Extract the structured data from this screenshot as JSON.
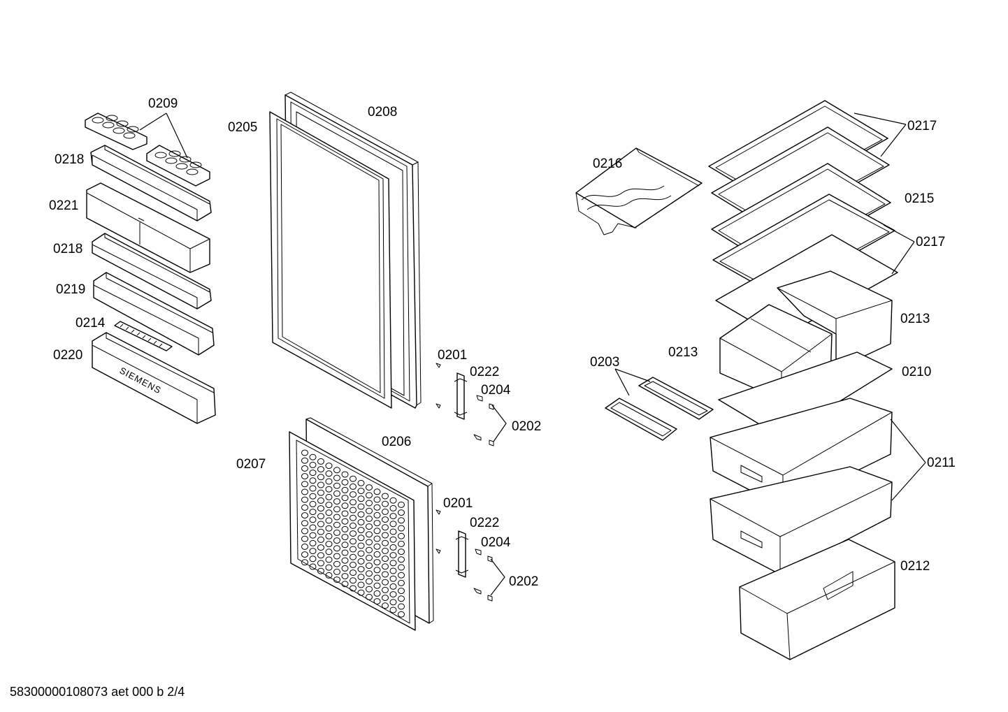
{
  "labels": {
    "l0209": "0209",
    "l0218a": "0218",
    "l0221": "0221",
    "l0218b": "0218",
    "l0219": "0219",
    "l0214": "0214",
    "l0220": "0220",
    "l0205": "0205",
    "l0208": "0208",
    "l0207": "0207",
    "l0206": "0206",
    "l0201a": "0201",
    "l0222a": "0222",
    "l0204a": "0204",
    "l0202a": "0202",
    "l0201b": "0201",
    "l0222b": "0222",
    "l0204b": "0204",
    "l0202b": "0202",
    "l0216": "0216",
    "l0203": "0203",
    "l0213a": "0213",
    "l0217a": "0217",
    "l0215": "0215",
    "l0217b": "0217",
    "l0213b": "0213",
    "l0210": "0210",
    "l0211": "0211",
    "l0212": "0212"
  },
  "brand_text": "SIEMENS",
  "footer": "58300000108073 aet 000 b 2/4"
}
